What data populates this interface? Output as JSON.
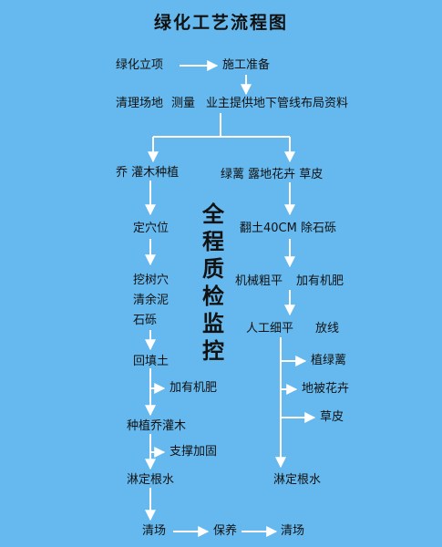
{
  "title": "绿化工艺流程图",
  "side_label": "全程质检监控",
  "colors": {
    "background": "#66b9ee",
    "arrow": "#ffffff",
    "text": "#111111"
  },
  "nodes": {
    "project": "绿化立项",
    "prep": "施工准备",
    "clear": "清理场地",
    "survey": "测量",
    "owner_info": "业主提供地下管线布局资料",
    "shrub_plant": "乔 灌木种植",
    "green_flower_lawn": "绿蓠 露地花卉 草皮",
    "locate_hole": "定穴位",
    "dig_hole": "挖树穴",
    "clear_mud": "清余泥",
    "gravel": "石砾",
    "till_soil": "翻土40CM 除石砾",
    "rough_level": "机械粗平",
    "add_fert_right": "加有机肥",
    "fine_level": "人工细平",
    "lay_line": "放线",
    "plant_hedge": "植绿蓠",
    "ground_flower": "地被花卉",
    "lawn": "草皮",
    "backfill": "回填土",
    "add_fert_left": "加有机肥",
    "plant_trees": "种植乔灌木",
    "support": "支撑加固",
    "water_left": "淋定根水",
    "water_right": "淋定根水",
    "clean_left": "清场",
    "maintain": "保养",
    "clean_right": "清场"
  }
}
